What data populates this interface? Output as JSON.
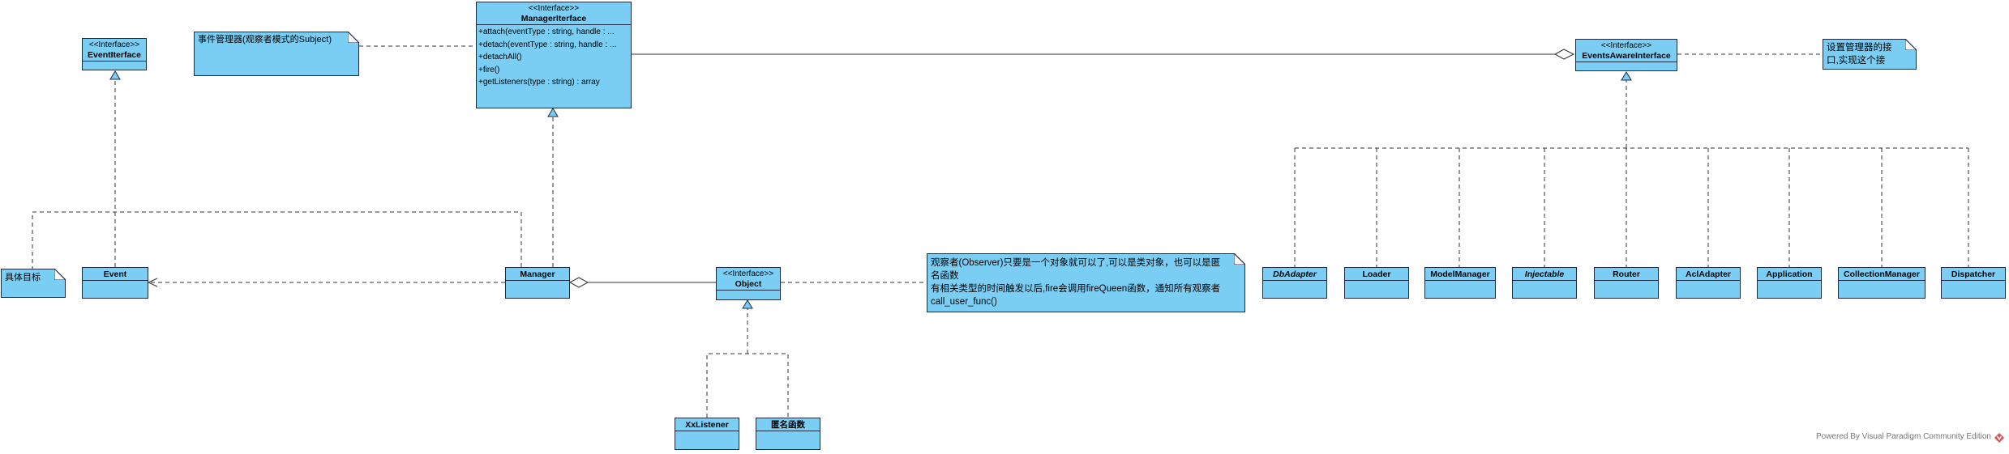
{
  "interfaces": {
    "event_iface": {
      "stereotype": "<<Interface>>",
      "name": "EventIterface"
    },
    "manager_iface": {
      "stereotype": "<<Interface>>",
      "name": "ManagerIterface",
      "operations": [
        "+attach(eventType : string, handle : ...",
        "+detach(eventType : string, handle : ...",
        "+detachAll()",
        "+fire()",
        "+getListeners(type : string) : array"
      ]
    },
    "events_aware_iface": {
      "stereotype": "<<Interface>>",
      "name": "EventsAwareInterface"
    },
    "object_iface": {
      "stereotype": "<<Interface>>",
      "name": "Object"
    }
  },
  "classes": {
    "event": "Event",
    "manager": "Manager",
    "xx_listener": "XxListener",
    "anonymous_function": "匿名函数",
    "implementers": [
      {
        "name": "DbAdapter",
        "italic": true
      },
      {
        "name": "Loader",
        "italic": false
      },
      {
        "name": "ModelManager",
        "italic": false
      },
      {
        "name": "Injectable",
        "italic": true
      },
      {
        "name": "Router",
        "italic": false
      },
      {
        "name": "AclAdapter",
        "italic": false
      },
      {
        "name": "Application",
        "italic": false
      },
      {
        "name": "CollectionManager",
        "italic": false
      },
      {
        "name": "Dispatcher",
        "italic": false
      }
    ]
  },
  "notes": {
    "subject_note": "事件管理器(观察者模式的Subject)",
    "target_note": "具体目标",
    "events_aware_note_line1": "设置管理器的接",
    "events_aware_note_line2": "口,实现这个接",
    "observer_note_line1": "观察者(Observer)只要是一个对象就可以了,可以是类对象，也可以是匿",
    "observer_note_line2": "名函数",
    "observer_note_line3": "有相关类型的时间触发以后,fire会调用fireQueen函数，通知所有观察者",
    "observer_note_line4": "call_user_func()"
  },
  "footer": {
    "text": "Powered By  Visual Paradigm Community Edition"
  },
  "colors": {
    "fill": "#7acef4",
    "stroke": "#1e2a44",
    "line": "#333333"
  }
}
